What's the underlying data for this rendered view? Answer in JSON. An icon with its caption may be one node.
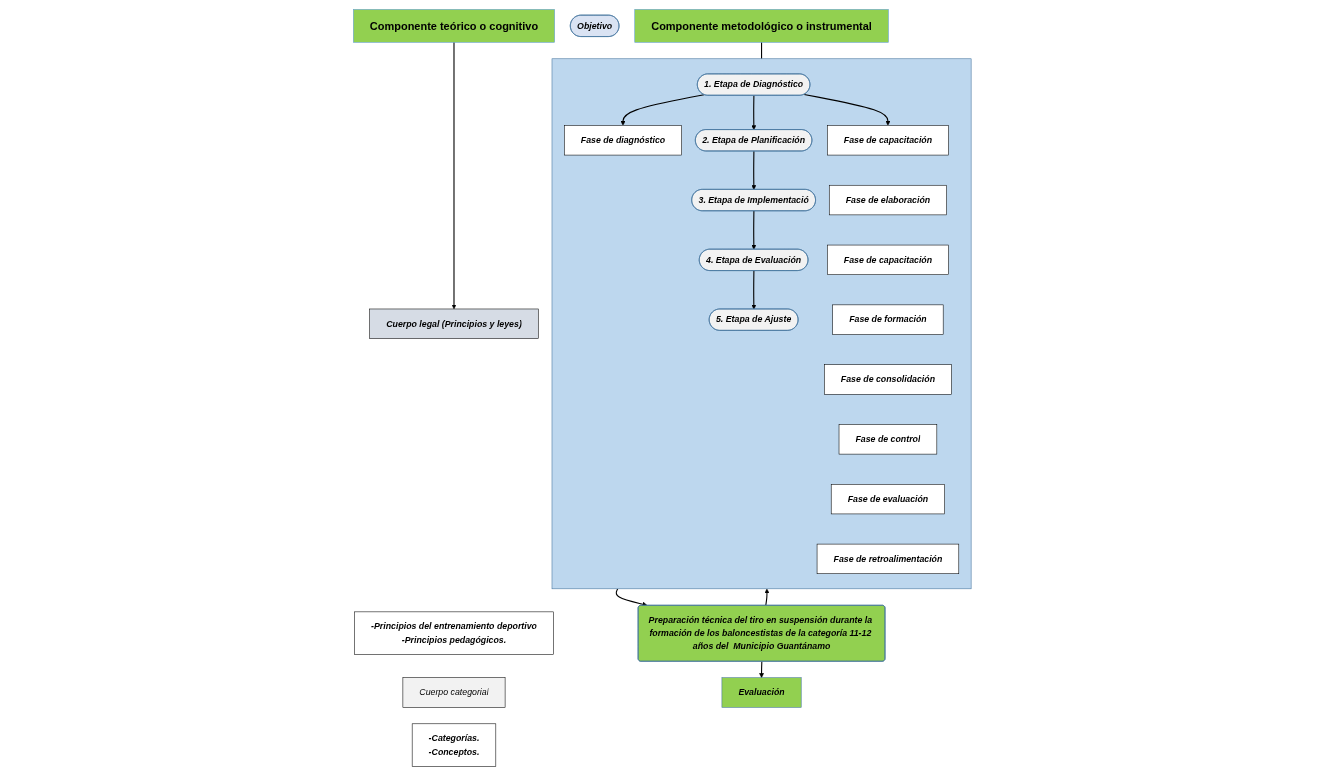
{
  "diagram": {
    "nodes": [
      {
        "text": [
          "Componente teórico o cognitivo"
        ]
      },
      {
        "text": [
          "Objetivo"
        ]
      },
      {
        "text": [
          "Componente metodológico o instrumental"
        ]
      },
      {
        "text": [
          "Cuerpo legal (Principios y leyes)"
        ]
      },
      {
        "text": [
          "-Principios del entrenamiento deportivo",
          "-Principios pedagógicos."
        ]
      },
      {
        "text": [
          "Cuerpo categorial"
        ]
      },
      {
        "text": [
          "-Categorías.",
          "-Conceptos."
        ]
      },
      {
        "text": [],
        "shape": "box"
      },
      {
        "text": [
          "1. Etapa de Diagnóstico"
        ],
        "in": 7
      },
      {
        "text": [
          "2. Etapa de Planificación"
        ],
        "in": 7
      },
      {
        "text": [
          "3. Etapa de Implementació"
        ],
        "in": 7
      },
      {
        "text": [
          "4. Etapa de Evaluación"
        ],
        "in": 7
      },
      {
        "text": [
          "5. Etapa de Ajuste"
        ],
        "in": 7
      },
      {
        "text": [
          "Fase de diagnóstico"
        ],
        "in": 7
      },
      {
        "text": [
          "Fase de capacitación"
        ],
        "in": 7
      },
      {
        "text": [
          "Fase de elaboración"
        ],
        "in": 7
      },
      {
        "text": [
          "Fase de capacitación"
        ],
        "in": 7
      },
      {
        "text": [
          "Fase de formación"
        ],
        "in": 7
      },
      {
        "text": [
          "Fase de consolidación"
        ],
        "in": 7
      },
      {
        "text": [
          "Fase de control"
        ],
        "in": 7
      },
      {
        "text": [
          "Fase de evaluación"
        ],
        "in": 7
      },
      {
        "text": [
          "Fase de retroalimentación"
        ],
        "in": 7
      },
      {
        "text": [
          "Preparación técnica del tiro en suspensión durante la formación de los baloncestistas de la categoría 11-12 años del  Municipio Guantánamo"
        ]
      },
      {
        "text": [
          "Evaluación"
        ]
      }
    ],
    "edges": [
      {
        "from": 0,
        "to": 3,
        "arrow": "to"
      },
      {
        "from": 2,
        "to": 7,
        "arrow": "none"
      },
      {
        "from": 8,
        "to": 13,
        "arrow": "to"
      },
      {
        "from": 8,
        "to": 14,
        "arrow": "to"
      },
      {
        "from": 8,
        "to": 9,
        "arrow": "to"
      },
      {
        "from": 9,
        "to": 10,
        "arrow": "to"
      },
      {
        "from": 10,
        "to": 11,
        "arrow": "to"
      },
      {
        "from": 11,
        "to": 12,
        "arrow": "to"
      },
      {
        "from": 7,
        "to": 22,
        "arrow": "to"
      },
      {
        "from": 22,
        "to": 7,
        "arrow": "to"
      },
      {
        "from": 22,
        "to": 23,
        "arrow": "to"
      }
    ]
  }
}
